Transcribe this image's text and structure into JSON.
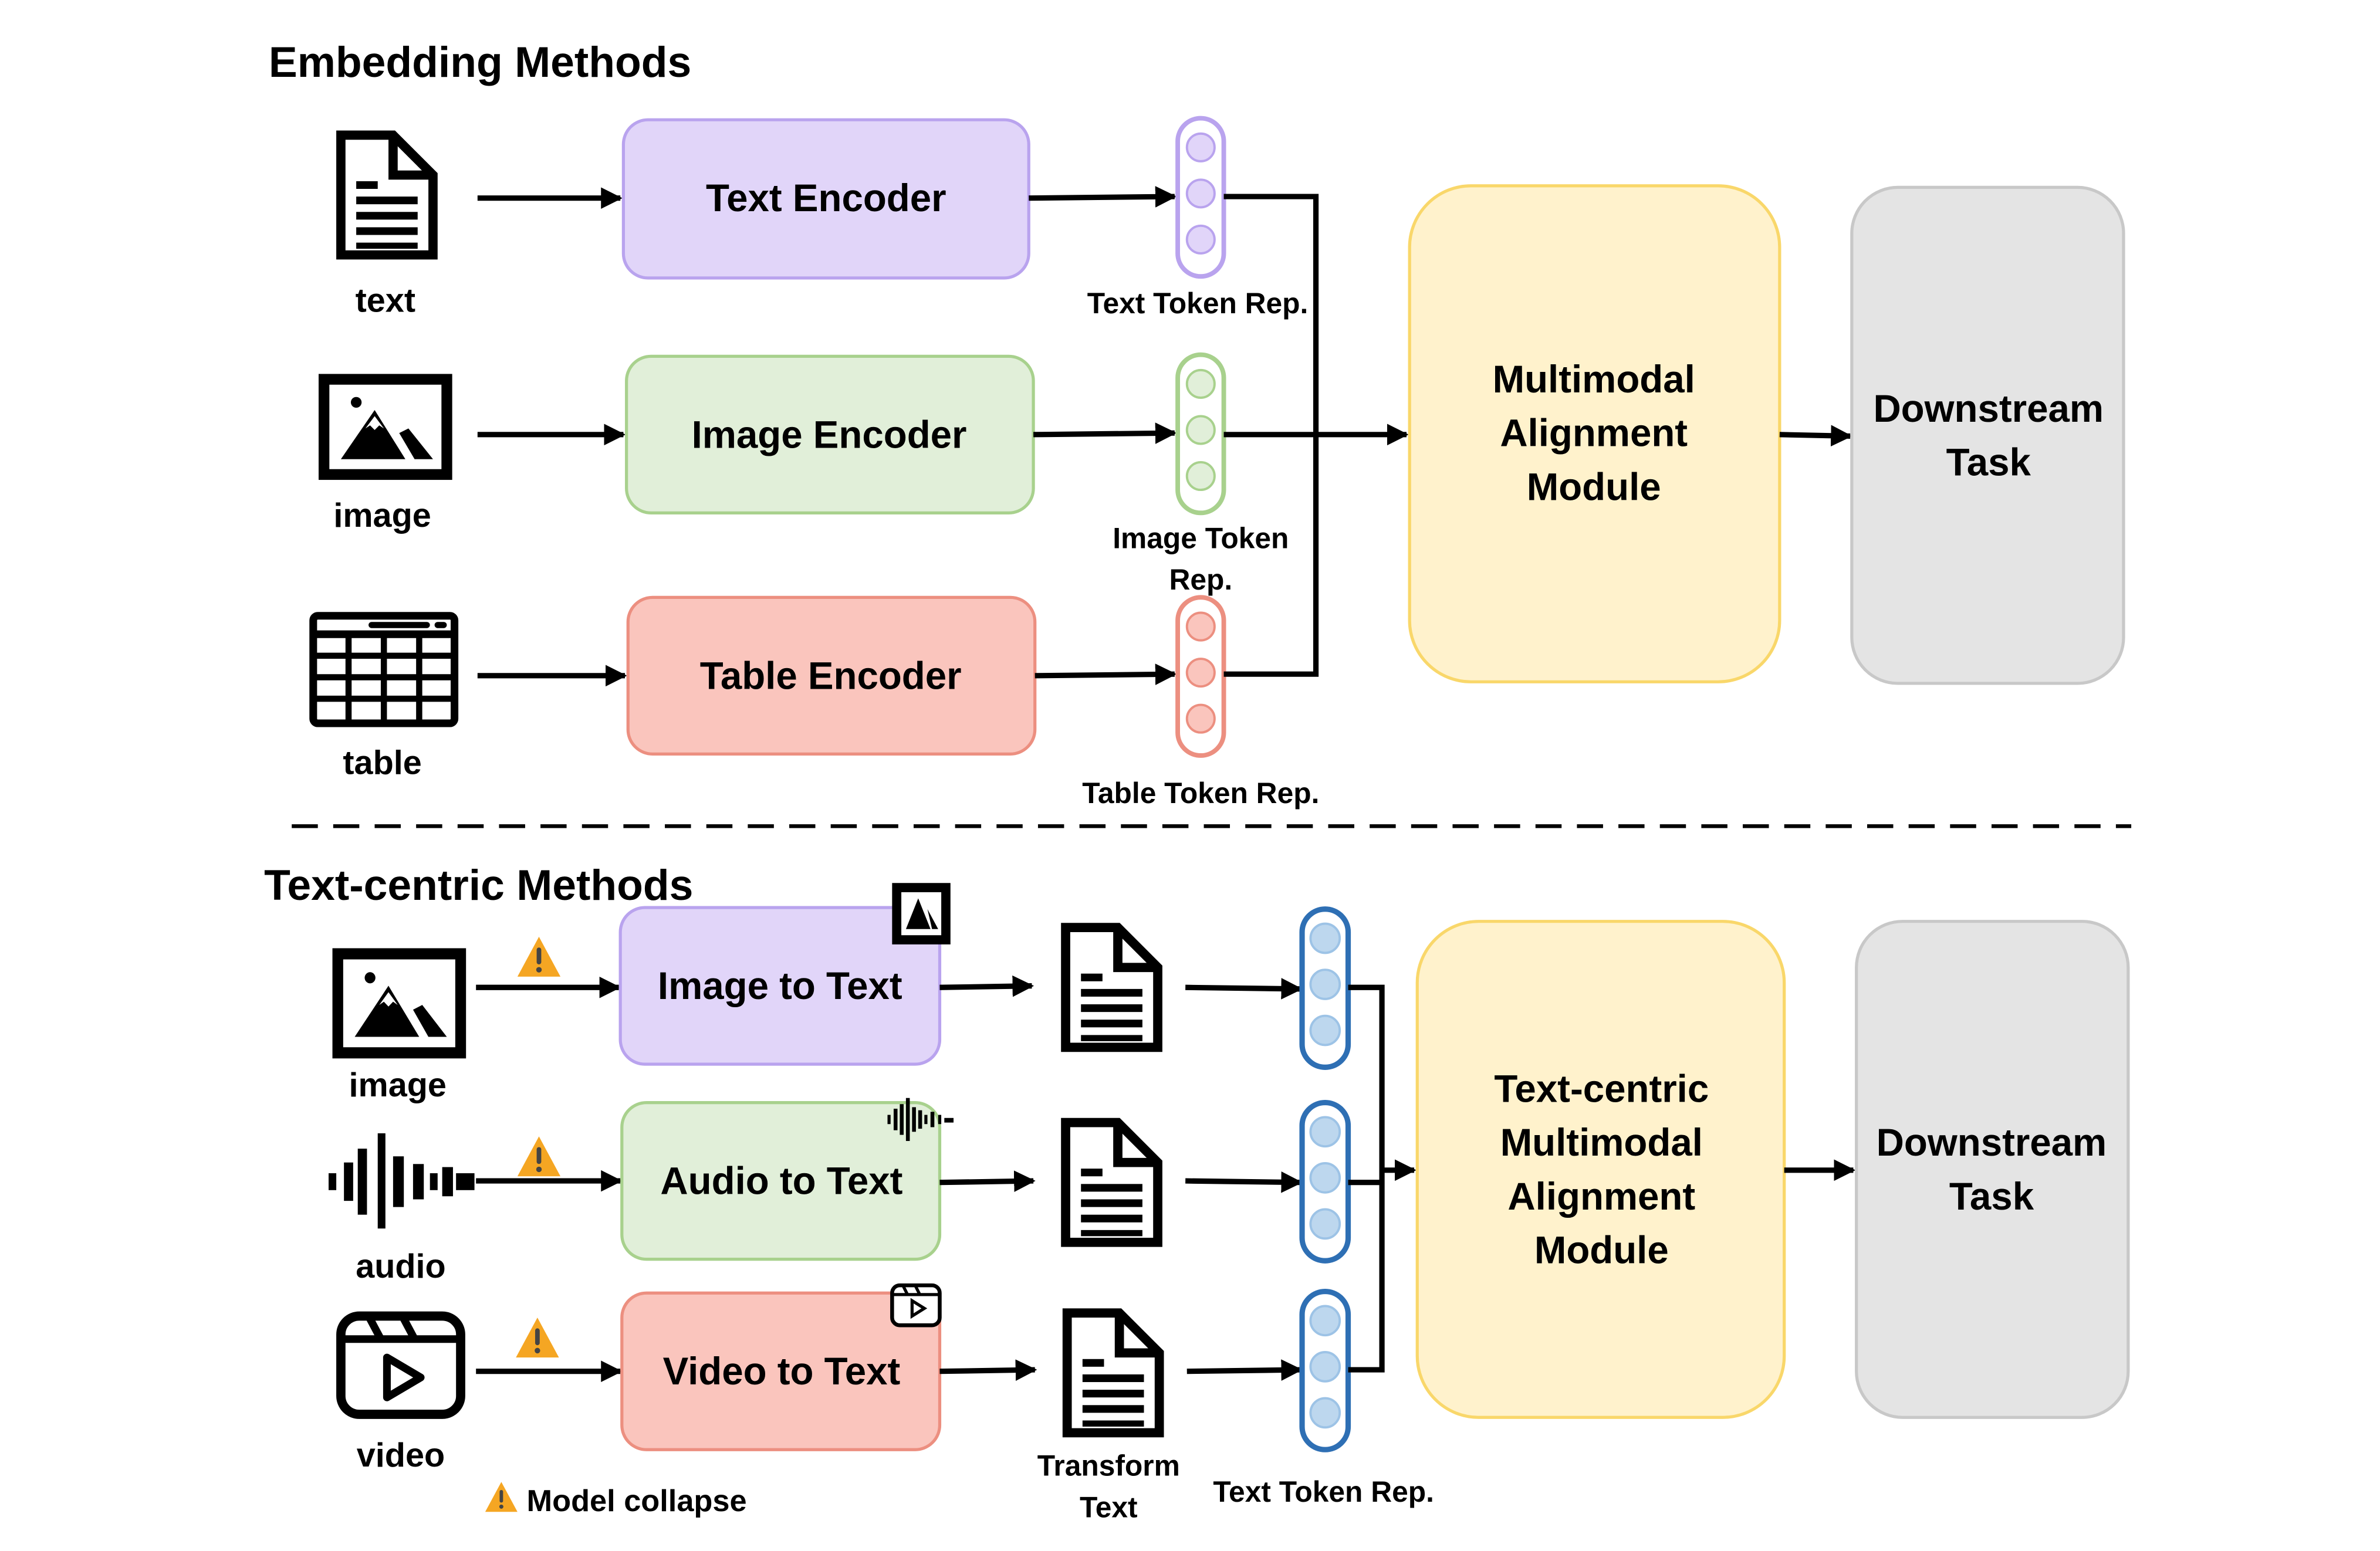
{
  "colors": {
    "purple_fill": "#e1d5f9",
    "purple_stroke": "#b9a3ee",
    "green_fill": "#e1efd9",
    "green_stroke": "#a8d18d",
    "red_fill": "#fac5bd",
    "red_stroke": "#ec8f80",
    "yellow_fill": "#fff2cc",
    "yellow_stroke": "#f9d76a",
    "gray_fill": "#e4e4e4",
    "gray_stroke": "#c8c8c8",
    "blue_fill": "#bdd7ee",
    "blue_stroke": "#2e6fb4",
    "warning": "#f5a623"
  },
  "embedding": {
    "title": "Embedding Methods",
    "inputs": [
      {
        "label": "text",
        "icon": "document-icon"
      },
      {
        "label": "image",
        "icon": "image-icon"
      },
      {
        "label": "table",
        "icon": "table-icon"
      }
    ],
    "encoders": [
      "Text Encoder",
      "Image Encoder",
      "Table Encoder"
    ],
    "token_labels": {
      "text": "Text Token Rep.",
      "image_line1": "Image Token",
      "image_line2": "Rep.",
      "table": "Table Token Rep."
    },
    "alignment": [
      "Multimodal",
      "Alignment",
      "Module"
    ],
    "downstream": [
      "Downstream",
      "Task"
    ]
  },
  "text_centric": {
    "title": "Text-centric Methods",
    "inputs": [
      {
        "label": "image",
        "icon": "image-icon"
      },
      {
        "label": "audio",
        "icon": "audio-waveform-icon"
      },
      {
        "label": "video",
        "icon": "video-clapper-icon"
      }
    ],
    "converters": [
      "Image to Text",
      "Audio to Text",
      "Video to Text"
    ],
    "transform_label_line1": "Transform",
    "transform_label_line2": "Text",
    "token_label": "Text Token Rep.",
    "alignment": [
      "Text-centric",
      "Multimodal",
      "Alignment",
      "Module"
    ],
    "downstream": [
      "Downstream",
      "Task"
    ],
    "legend": "Model collapse"
  }
}
